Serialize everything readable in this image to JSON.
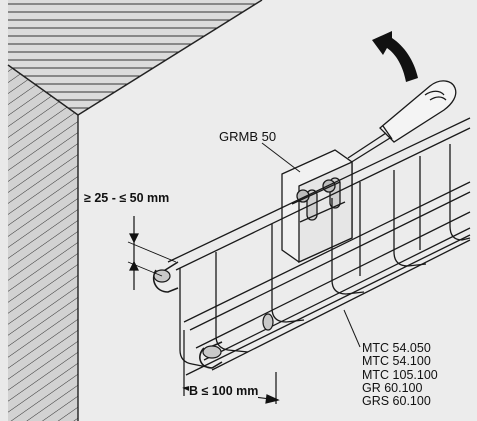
{
  "labels": {
    "bracket": "GRMB 50",
    "gap_range": "≥ 25 - ≤ 50 mm",
    "width_limit": "B ≤ 100 mm"
  },
  "part_numbers": [
    "MTC 54.050",
    "MTC 54.100",
    "MTC 105.100",
    "GR 60.100",
    "GRS 60.100"
  ],
  "colors": {
    "background": "#e9e9e9",
    "wall": "#cfcfcf",
    "line": "#1a1a1a",
    "arrow": "#111111"
  },
  "icons": {
    "rotation": "curved-arrow-icon",
    "tool": "screwdriver-icon",
    "dimension": "dimension-arrow-icon"
  }
}
